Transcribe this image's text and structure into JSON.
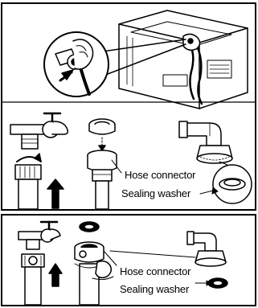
{
  "panels": [
    {
      "labels": {
        "hose_connector": "Hose connector",
        "sealing_washer": "Sealing washer"
      }
    },
    {
      "labels": {
        "hose_connector": "Hose connector",
        "sealing_washer": "Sealing washer"
      }
    }
  ],
  "colors": {
    "line": "#000000",
    "background": "#ffffff"
  }
}
